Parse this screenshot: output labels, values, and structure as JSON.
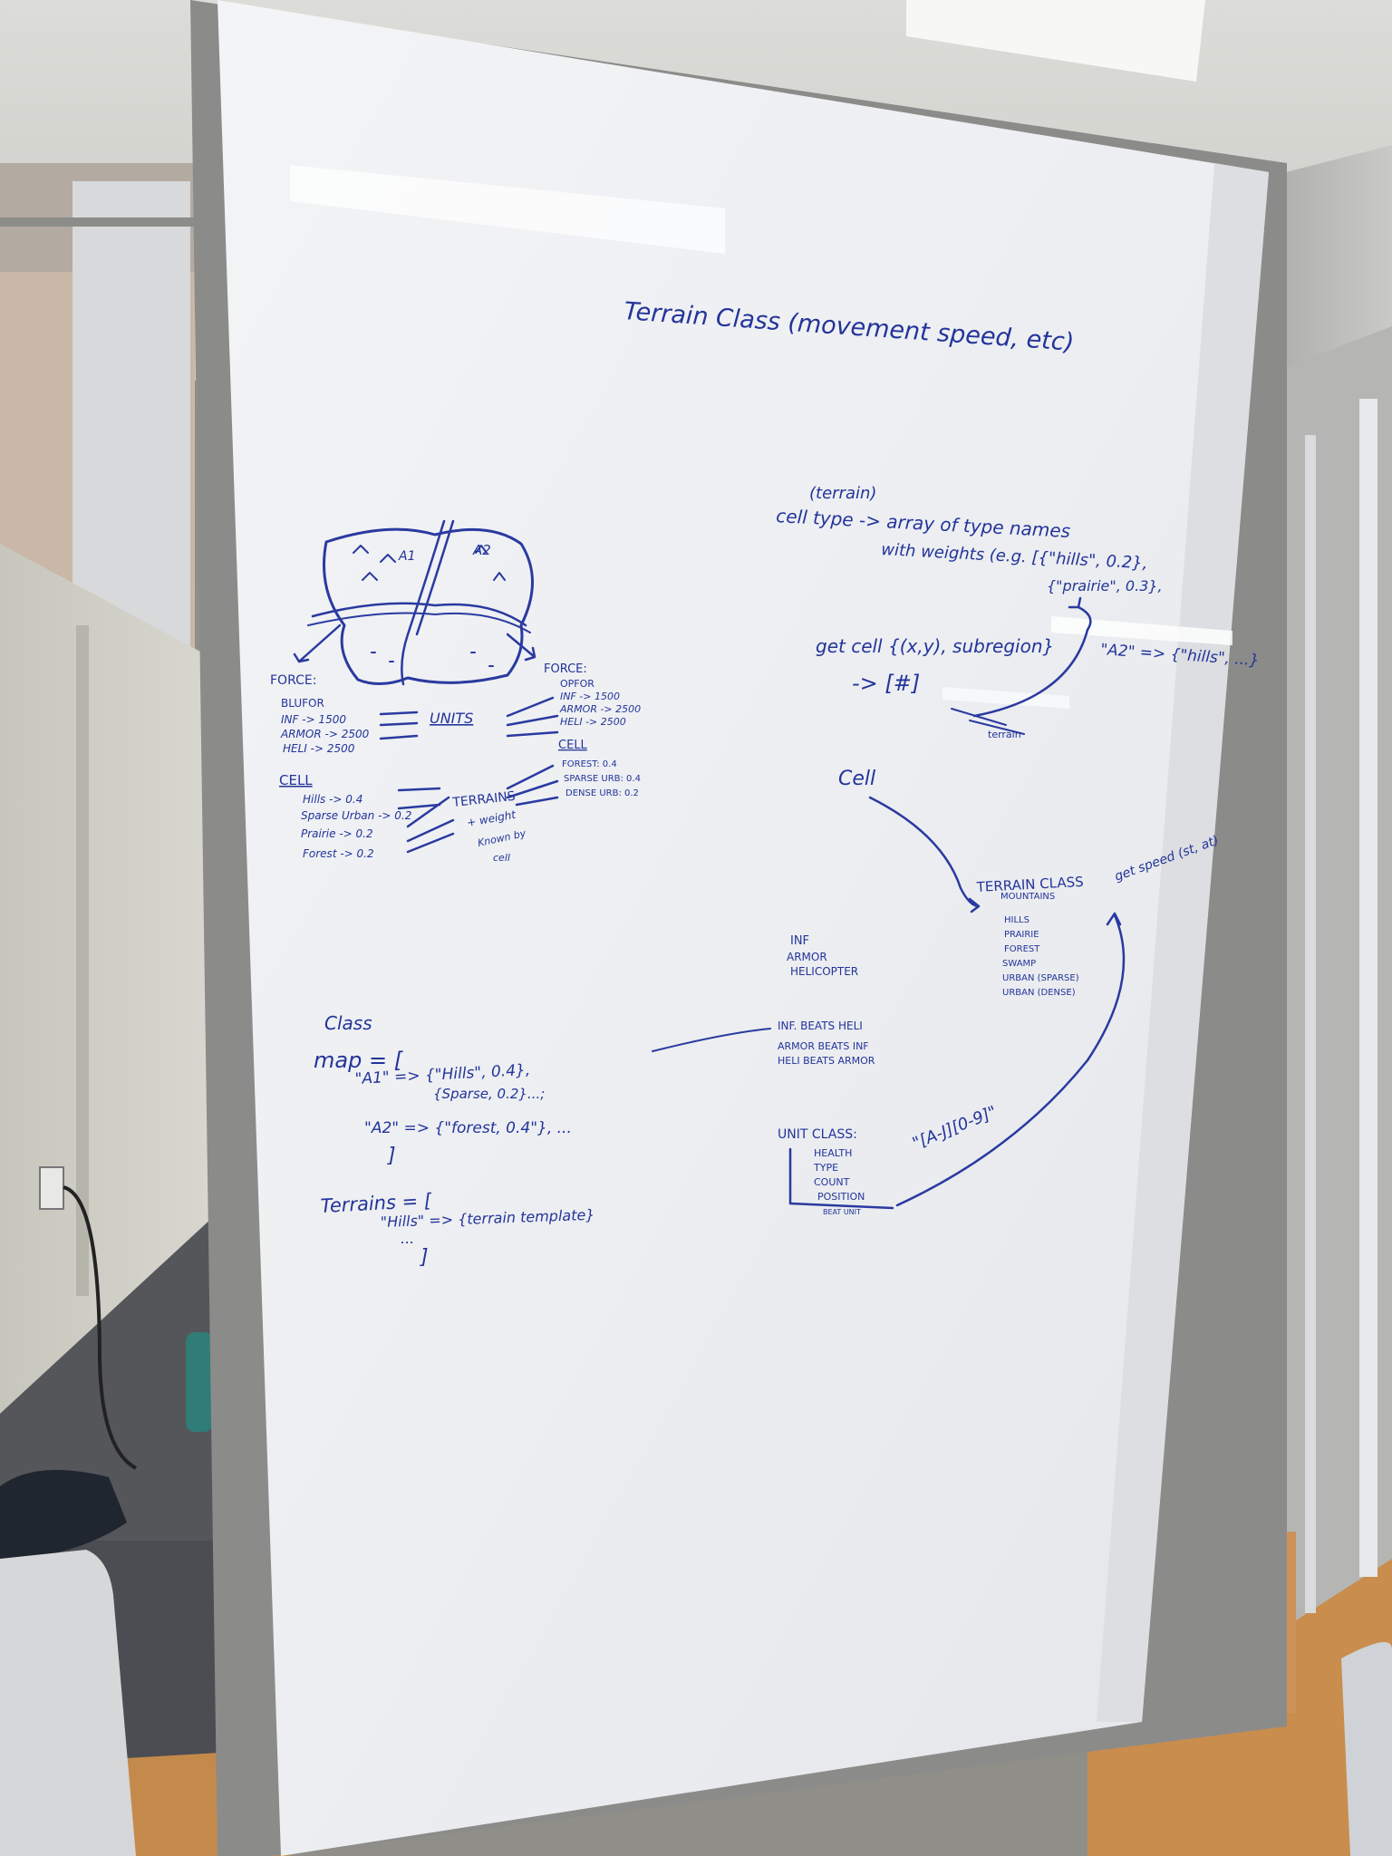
{
  "whiteboard": {
    "title": "Terrain Class (movement speed, etc)",
    "upper_right": {
      "cell_type_note": "(terrain)",
      "cell_type_line1": "cell type -> array of type names",
      "cell_type_line2": "with weights (e.g. [{\"hills\", 0.2},",
      "cell_type_line3": "{\"prairie\", 0.3},",
      "get_cell": "get cell {(x,y), subregion}",
      "get_cell_result": "-> [#]",
      "a2_map": "\"A2\" => {\"hills\", ...}",
      "small_label": "terrain"
    },
    "diagram": {
      "region_a1": "A1",
      "region_a2": "A2"
    },
    "left_force": {
      "heading": "FORCE:",
      "side": "BLUFOR",
      "inf": "INF -> 1500",
      "armor": "ARMOR -> 2500",
      "heli": "HELI -> 2500"
    },
    "right_force": {
      "heading": "FORCE:",
      "side": "OPFOR",
      "inf": "INF -> 1500",
      "armor": "ARMOR -> 2500",
      "heli": "HELI -> 2500"
    },
    "units_label": "UNITS",
    "left_cell": {
      "heading": "CELL",
      "hills": "Hills -> 0.4",
      "sparse": "Sparse Urban -> 0.2",
      "prairie": "Prairie -> 0.2",
      "forest": "Forest -> 0.2"
    },
    "right_cell": {
      "heading": "CELL",
      "forest": "FOREST: 0.4",
      "sparse": "SPARSE URB: 0.4",
      "dense": "DENSE URB: 0.2"
    },
    "terrains_label": "TERRAINS",
    "terrains_note1": "+ weight",
    "terrains_note2": "Known by",
    "terrains_note3": "cell",
    "cell_word": "Cell",
    "terrain_class": {
      "heading": "TERRAIN CLASS",
      "method": "get speed (st, at)",
      "items": [
        "MOUNTAINS",
        "HILLS",
        "PRAIRIE",
        "FOREST",
        "SWAMP",
        "URBAN (SPARSE)",
        "URBAN (DENSE)"
      ]
    },
    "unit_types": [
      "INF",
      "ARMOR",
      "HELICOPTER"
    ],
    "beats": [
      "INF. BEATS HELI",
      "ARMOR BEATS INF",
      "HELI BEATS ARMOR"
    ],
    "unit_class": {
      "heading": "UNIT CLASS:",
      "fields": [
        "HEALTH",
        "TYPE",
        "COUNT",
        "POSITION"
      ],
      "note": "BEAT UNIT",
      "position_value": "\"[A-J][0-9]\""
    },
    "code": {
      "heading": "Class",
      "map_open": "map = [",
      "a1": "\"A1\" => {\"Hills\", 0.4},",
      "a1_cont": "{Sparse, 0.2}...;",
      "a2": "\"A2\" => {\"forest, 0.4\"}, ...",
      "map_close": "]",
      "terrains_open": "Terrains = [",
      "hills_entry": "\"Hills\" => {terrain template}",
      "dots": "...",
      "terrains_close": "]"
    }
  }
}
